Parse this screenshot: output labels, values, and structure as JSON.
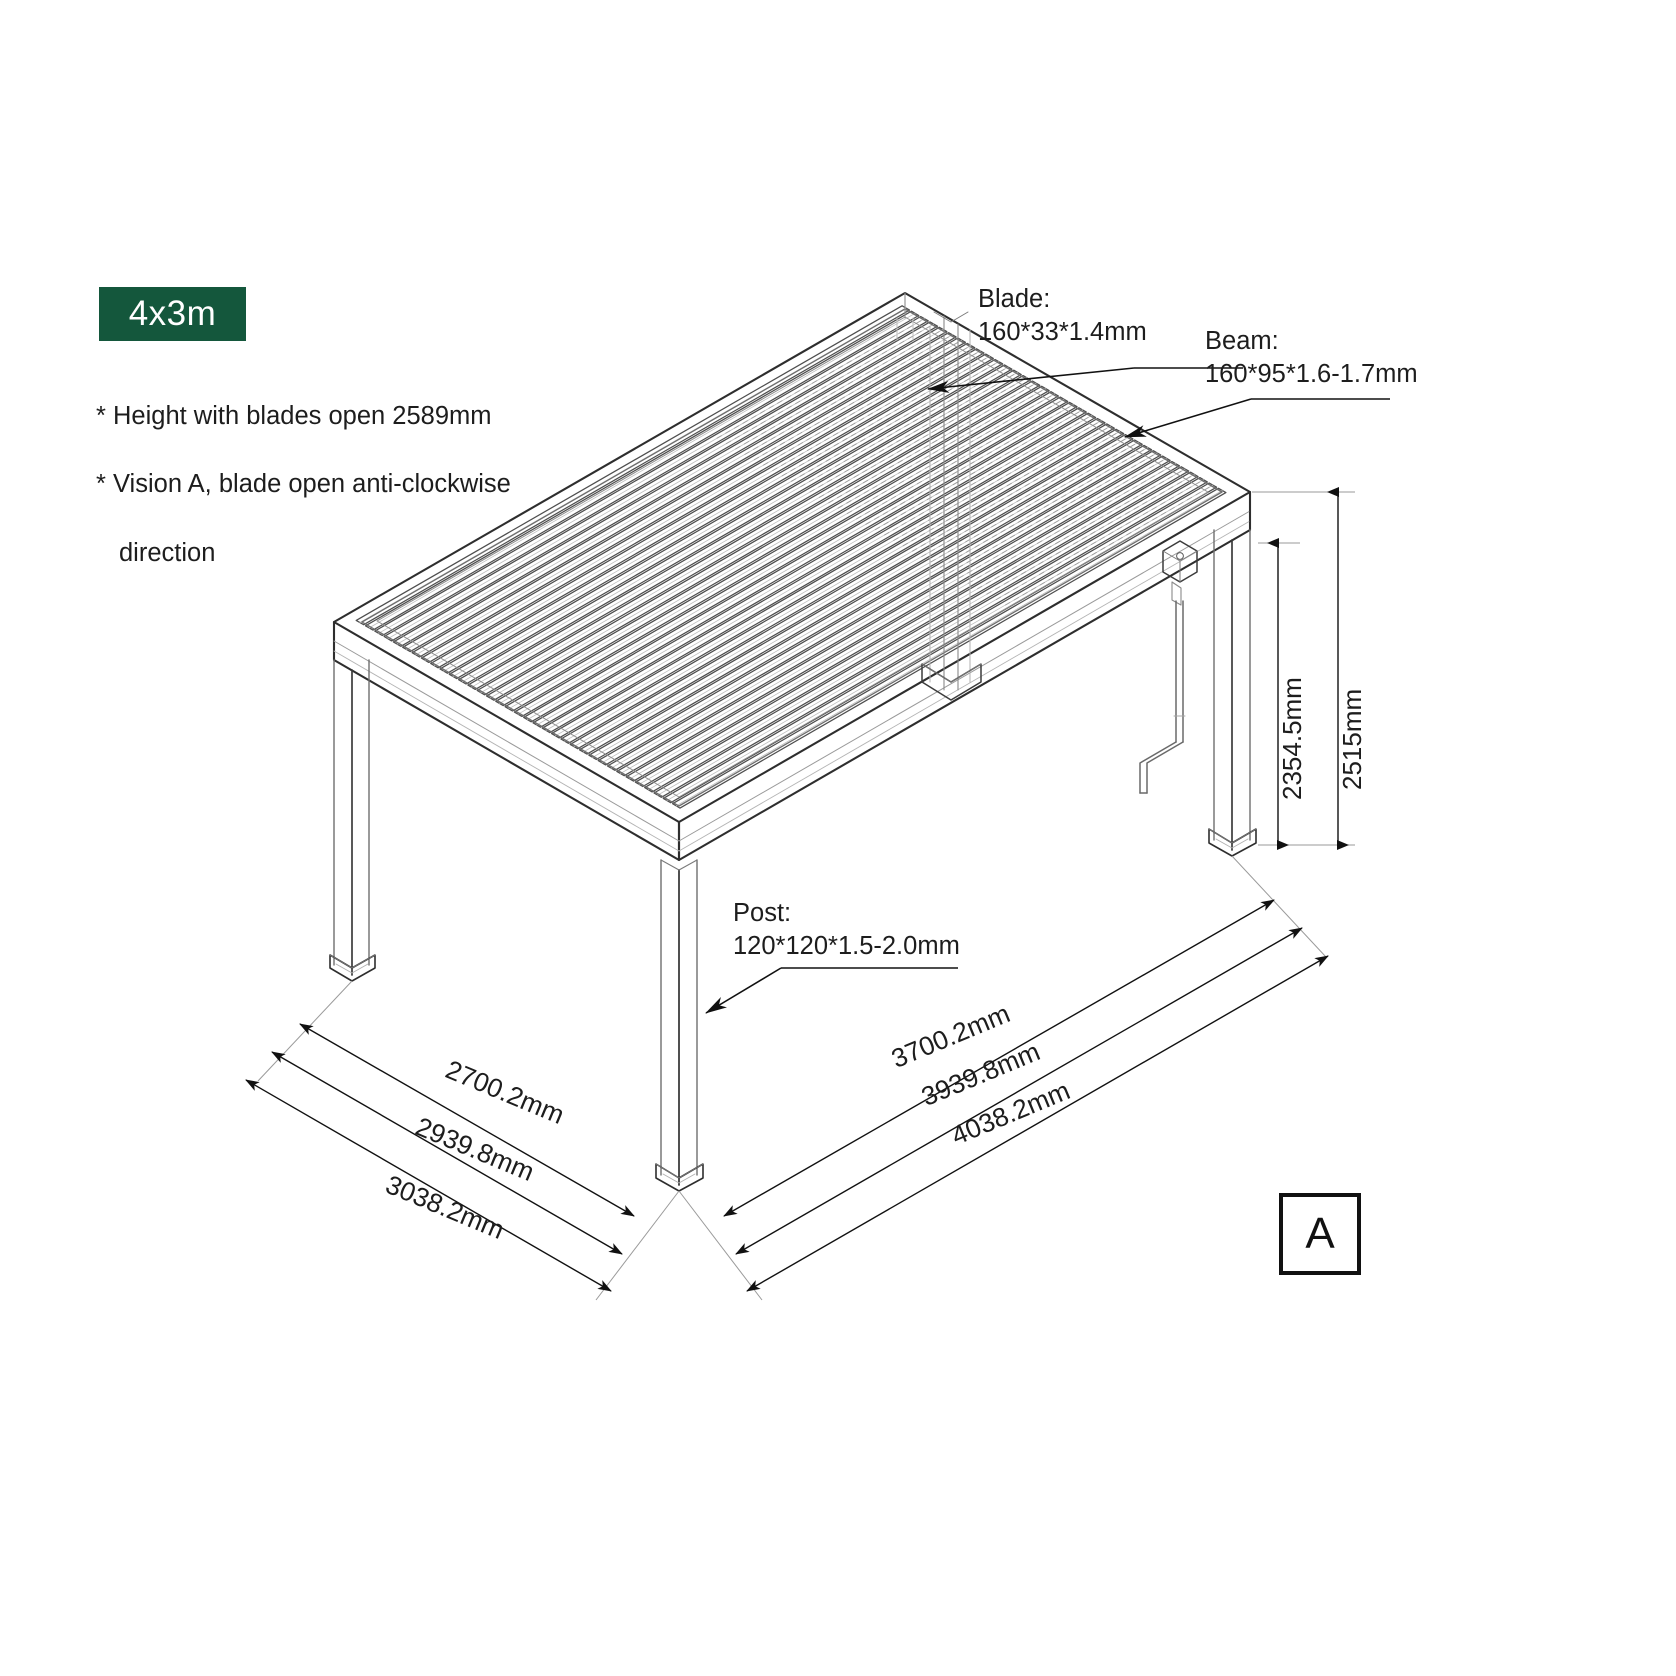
{
  "title_badge": {
    "label": "4x3m",
    "background": "#14573C",
    "text_color": "#FFFFFF"
  },
  "notes": [
    "* Height with blades open 2589mm",
    "* Vision A, blade open anti-clockwise",
    "direction"
  ],
  "callouts": {
    "blade": {
      "title": "Blade:",
      "spec": "160*33*1.4mm"
    },
    "beam": {
      "title": "Beam:",
      "spec": "160*95*1.6-1.7mm"
    },
    "post": {
      "title": "Post:",
      "spec": "120*120*1.5-2.0mm"
    }
  },
  "dimensions": {
    "vertical": [
      {
        "value": "2354.5mm"
      },
      {
        "value": "2515mm"
      }
    ],
    "left_diagonal": [
      {
        "value": "2700.2mm"
      },
      {
        "value": "2939.8mm"
      },
      {
        "value": "3038.2mm"
      }
    ],
    "right_diagonal": [
      {
        "value": "3700.2mm"
      },
      {
        "value": "3939.8mm"
      },
      {
        "value": "4038.2mm"
      }
    ]
  },
  "view_marker": {
    "label": "A"
  },
  "style": {
    "line_color": "#3c3c3c",
    "light_line_color": "#9a9a9a",
    "arrow_color": "#111111",
    "text_color": "#1d1d1d"
  }
}
